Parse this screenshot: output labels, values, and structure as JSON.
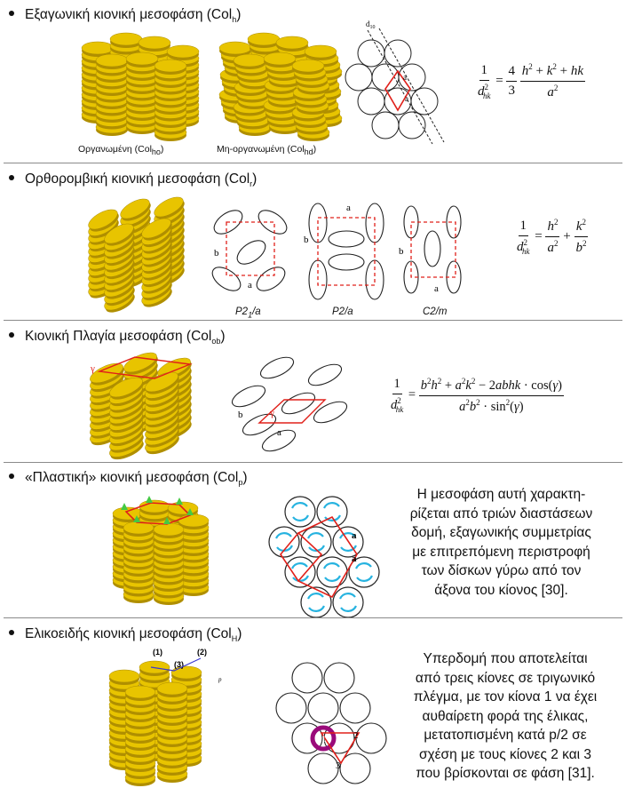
{
  "sections": [
    {
      "title_main": "Εξαγωνική κιονική μεσοφάση (Col",
      "title_sub": "h",
      "title_end": ")"
    },
    {
      "title_main": "Ορθορομβική  κιονική μεσοφάση (Col",
      "title_sub": "r",
      "title_end": ")"
    },
    {
      "title_main": "Κιονική Πλαγία μεσοφάση (Col",
      "title_sub": "ob",
      "title_end": ")"
    },
    {
      "title_main": "«Πλαστική» κιονική μεσοφάση (Col",
      "title_sub": "p",
      "title_end": ")"
    },
    {
      "title_main": "Ελικοειδής κιονική μεσοφάση (Col",
      "title_sub": "H",
      "title_end": ")"
    }
  ],
  "hex": {
    "ordered_label": "Οργανωμένη (Col",
    "ordered_sub": "ho",
    "disordered_label": "Μη-οργανωμένη (Col",
    "disordered_sub": "hd",
    "close": ")",
    "d_label": "d",
    "d_sub": "10",
    "a_label": "a"
  },
  "rect": {
    "labels": [
      "P2",
      "P2/a",
      "C2/m"
    ],
    "p21_sub": "1",
    "p21_tail": "/a",
    "a_label": "a",
    "b_label": "b"
  },
  "oblique": {
    "gamma": "γ",
    "a_label": "a",
    "b_label": "b"
  },
  "plastic": {
    "description": "Η μεσοφάση αυτή χαρακτη-ρίζεται από τριών διαστάσεων δομή, εξαγωνικής συμμετρίας με επιτρεπόμενη περιστροφή των δίσκων γύρω από τον άξονα του κίονος [30].",
    "lines": [
      "Η μεσοφάση αυτή χαρακτη-",
      "ρίζεται από τριών διαστάσεων",
      "δομή, εξαγωνικής συμμετρίας",
      "με επιτρεπόμενη περιστροφή",
      "των δίσκων γύρω από τον",
      "άξονα του κίονος [30]."
    ],
    "a_label": "a"
  },
  "helical": {
    "lines": [
      "Υπερδομή που αποτελείται",
      "από τρεις κίονες σε τριγωνικό",
      "πλέγμα, με τον κίονα 1 να έχει",
      "αυθαίρετη φορά της έλικας,",
      "μετατοπισμένη κατά p/2 σε",
      "σχέση με τους κίονες 2 και 3",
      "που βρίσκονται σε φάση [31]."
    ],
    "col_labels": [
      "(1)",
      "(3)",
      "(2)"
    ],
    "p_label": "p",
    "num_labels": [
      "1",
      "2",
      "3"
    ]
  },
  "colors": {
    "disc": "#e8c400",
    "disc_dark": "#b08f00",
    "lattice": "#e0201a",
    "arrow": "#27b3e0"
  }
}
